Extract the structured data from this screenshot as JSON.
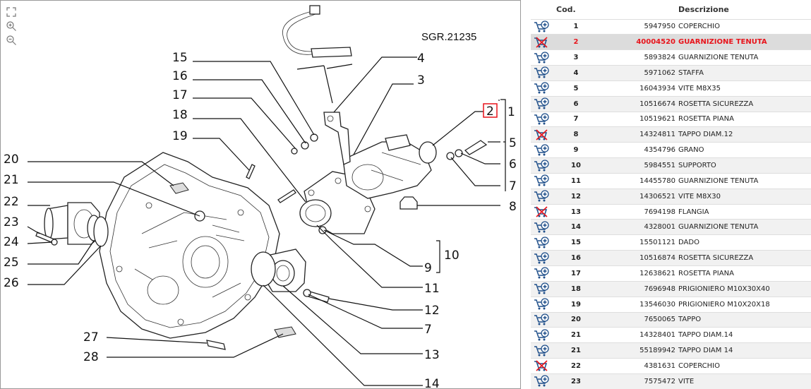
{
  "diagram": {
    "reference": "SGR.21235",
    "selected_callout": "2",
    "callouts": {
      "c1": "1",
      "c2": "2",
      "c3": "3",
      "c4": "4",
      "c5": "5",
      "c6": "6",
      "c7a": "7",
      "c8": "8",
      "c9": "9",
      "c10": "10",
      "c11": "11",
      "c12": "12",
      "c7b": "7",
      "c13": "13",
      "c14": "14",
      "c15": "15",
      "c16": "16",
      "c17": "17",
      "c18": "18",
      "c19": "19",
      "c20": "20",
      "c21": "21",
      "c22": "22",
      "c23": "23",
      "c24": "24",
      "c25": "25",
      "c26": "26",
      "c27": "27",
      "c28": "28"
    },
    "tools": [
      "fullscreen-icon",
      "zoom-in-icon",
      "zoom-out-icon"
    ]
  },
  "table": {
    "headers": {
      "icon": "",
      "pos": "Cod.",
      "code": "",
      "desc": "Descrizione"
    },
    "selected_color": "#e8141b",
    "rows": [
      {
        "icon": "cart-add-icon",
        "pos": "1",
        "code": "5947950",
        "desc": "COPERCHIO"
      },
      {
        "icon": "cart-unavailable-icon",
        "pos": "2",
        "code": "40004520",
        "desc": "GUARNIZIONE TENUTA"
      },
      {
        "icon": "cart-add-icon",
        "pos": "3",
        "code": "5893824",
        "desc": "GUARNIZIONE TENUTA"
      },
      {
        "icon": "cart-add-icon",
        "pos": "4",
        "code": "5971062",
        "desc": "STAFFA"
      },
      {
        "icon": "cart-add-icon",
        "pos": "5",
        "code": "16043934",
        "desc": "VITE M8X35"
      },
      {
        "icon": "cart-add-icon",
        "pos": "6",
        "code": "10516674",
        "desc": "ROSETTA SICUREZZA"
      },
      {
        "icon": "cart-add-icon",
        "pos": "7",
        "code": "10519621",
        "desc": "ROSETTA PIANA"
      },
      {
        "icon": "cart-unavailable-icon",
        "pos": "8",
        "code": "14324811",
        "desc": "TAPPO DIAM.12"
      },
      {
        "icon": "cart-add-icon",
        "pos": "9",
        "code": "4354796",
        "desc": "GRANO"
      },
      {
        "icon": "cart-add-icon",
        "pos": "10",
        "code": "5984551",
        "desc": "SUPPORTO"
      },
      {
        "icon": "cart-add-icon",
        "pos": "11",
        "code": "14455780",
        "desc": "GUARNIZIONE TENUTA"
      },
      {
        "icon": "cart-add-icon",
        "pos": "12",
        "code": "14306521",
        "desc": "VITE M8X30"
      },
      {
        "icon": "cart-unavailable-icon",
        "pos": "13",
        "code": "7694198",
        "desc": "FLANGIA"
      },
      {
        "icon": "cart-add-icon",
        "pos": "14",
        "code": "4328001",
        "desc": "GUARNIZIONE TENUTA"
      },
      {
        "icon": "cart-add-icon",
        "pos": "15",
        "code": "15501121",
        "desc": "DADO"
      },
      {
        "icon": "cart-add-icon",
        "pos": "16",
        "code": "10516874",
        "desc": "ROSETTA SICUREZZA"
      },
      {
        "icon": "cart-add-icon",
        "pos": "17",
        "code": "12638621",
        "desc": "ROSETTA PIANA"
      },
      {
        "icon": "cart-add-icon",
        "pos": "18",
        "code": "7696948",
        "desc": "PRIGIONIERO M10X30X40"
      },
      {
        "icon": "cart-add-icon",
        "pos": "19",
        "code": "13546030",
        "desc": "PRIGIONIERO M10X20X18"
      },
      {
        "icon": "cart-add-icon",
        "pos": "20",
        "code": "7650065",
        "desc": "TAPPO"
      },
      {
        "icon": "cart-add-icon",
        "pos": "21",
        "code": "14328401",
        "desc": "TAPPO DIAM.14"
      },
      {
        "icon": "cart-add-icon",
        "pos": "21",
        "code": "55189942",
        "desc": "TAPPO DIAM 14"
      },
      {
        "icon": "cart-unavailable-icon",
        "pos": "22",
        "code": "4381631",
        "desc": "COPERCHIO"
      },
      {
        "icon": "cart-add-icon",
        "pos": "23",
        "code": "7575472",
        "desc": "VITE"
      }
    ],
    "selected_index": 1
  }
}
